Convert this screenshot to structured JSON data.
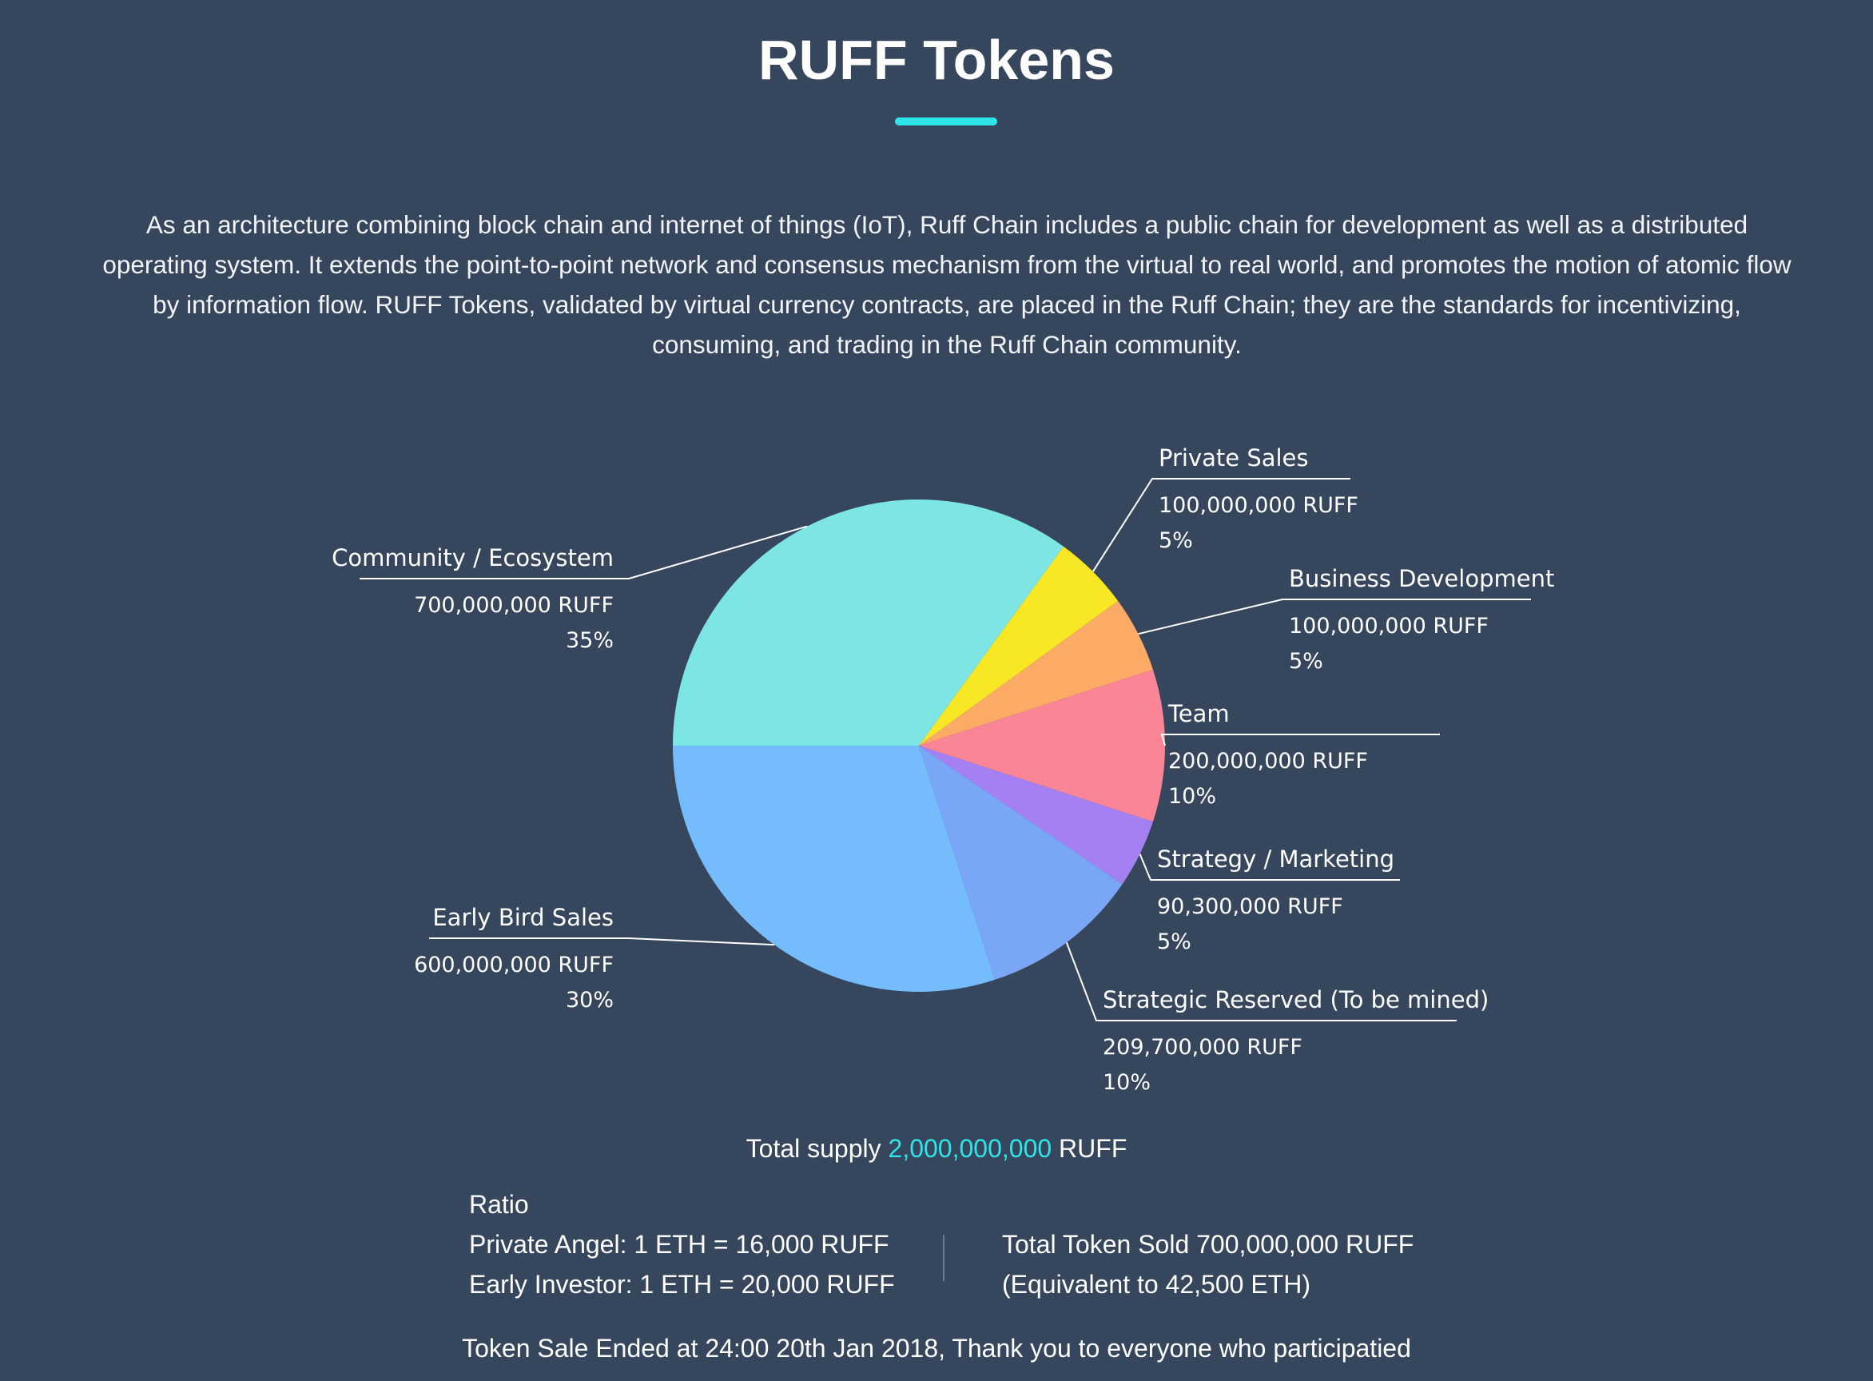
{
  "page": {
    "title": "RUFF Tokens",
    "intro": "As an architecture combining block chain and internet of things (IoT), Ruff Chain includes a public chain for development as well as a distributed operating system. It extends the point-to-point network and consensus mechanism from the virtual to real world, and promotes the motion of atomic flow by information flow. RUFF Tokens, validated by virtual currency contracts, are placed in the Ruff Chain; they are the standards for incentivizing, consuming, and trading in the Ruff Chain community."
  },
  "chart_data": {
    "type": "pie",
    "slices": [
      {
        "label": "Community / Ecosystem",
        "amount": "700,000,000 RUFF",
        "pct_label": "35%",
        "value": 700000000,
        "color": "#7de6e5"
      },
      {
        "label": "Private Sales",
        "amount": "100,000,000 RUFF",
        "pct_label": "5%",
        "value": 100000000,
        "color": "#f7e724"
      },
      {
        "label": "Business Development",
        "amount": "100,000,000 RUFF",
        "pct_label": "5%",
        "value": 100000000,
        "color": "#fbab66"
      },
      {
        "label": "Team",
        "amount": "200,000,000 RUFF",
        "pct_label": "10%",
        "value": 200000000,
        "color": "#fa8596"
      },
      {
        "label": "Strategy / Marketing",
        "amount": "90,300,000 RUFF",
        "pct_label": "5%",
        "value": 90300000,
        "color": "#a580f2"
      },
      {
        "label": "Strategic Reserved (To be mined)",
        "amount": "209,700,000 RUFF",
        "pct_label": "10%",
        "value": 209700000,
        "color": "#79a6f5"
      },
      {
        "label": "Early Bird Sales",
        "amount": "600,000,000 RUFF",
        "pct_label": "30%",
        "value": 600000000,
        "color": "#74bcfc"
      }
    ]
  },
  "supply": {
    "prefix": "Total supply",
    "value": "2,000,000,000",
    "suffix": "RUFF"
  },
  "ratio": {
    "heading": "Ratio",
    "private_angel": "Private Angel: 1 ETH = 16,000 RUFF",
    "early_investor": "Early Investor: 1 ETH = 20,000 RUFF"
  },
  "sold": {
    "line1": "Total Token Sold 700,000,000 RUFF",
    "line2": "(Equivalent to 42,500 ETH)"
  },
  "sale_ended": "Token Sale Ended at 24:00 20th Jan 2018, Thank you to everyone who participatied"
}
